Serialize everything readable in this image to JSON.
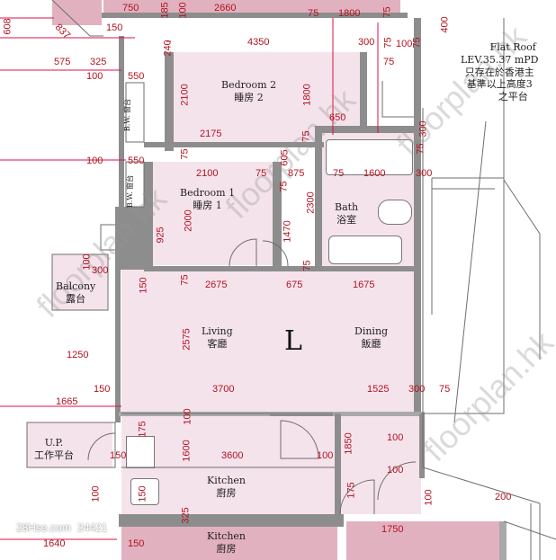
{
  "rooms": {
    "bedroom2": {
      "en": "Bedroom 2",
      "cn": "睡房 2"
    },
    "bedroom1": {
      "en": "Bedroom 1",
      "cn": "睡房 1"
    },
    "bath": {
      "en": "Bath",
      "cn": "浴室"
    },
    "living": {
      "en": "Living",
      "cn": "客廳"
    },
    "dining": {
      "en": "Dining",
      "cn": "飯廳"
    },
    "balcony": {
      "en": "Balcony",
      "cn": "露台"
    },
    "up": {
      "en": "U.P.",
      "cn": "工作平台"
    },
    "kitchen": {
      "en": "Kitchen",
      "cn": "廚房"
    },
    "kitchen2": {
      "en": "Kitchen",
      "cn": "廚房"
    },
    "bw": "B.W. 窗台",
    "bw2": "B.W. 窗台",
    "center": "L"
  },
  "flat_roof": {
    "line1": "Flat Roof",
    "line2": "LEV.35.37 mPD",
    "line3": "只存在於香港主",
    "line4": "基準以上高度3",
    "line5": "之平台"
  },
  "dims": {
    "d608": "608",
    "d837": "837",
    "d575": "575",
    "d325": "325",
    "d750": "750",
    "d185": "185",
    "d100a": "100",
    "d2660": "2660",
    "d75a": "75",
    "d1800": "1800",
    "d75b": "75",
    "d150a": "150",
    "d240": "240",
    "d4350": "4350",
    "d300a": "300",
    "d75c": "75",
    "d100b": "100",
    "d75d": "75",
    "d400": "400",
    "d75e": "75",
    "d100c": "100",
    "d550a": "550",
    "d2100a": "2100",
    "d1800b": "1800",
    "d650": "650",
    "d2175": "2175",
    "d75f": "75",
    "d300b": "300",
    "d75g": "75",
    "d100d": "100",
    "d550b": "550",
    "d2100b": "2100",
    "d75h": "75",
    "d605": "605",
    "d875": "875",
    "d75i": "75",
    "d1600a": "1600",
    "d300c": "300",
    "d75j": "75",
    "d2300": "2300",
    "d925": "925",
    "d2000": "2000",
    "d1470": "1470",
    "d100e": "100",
    "d300d": "300",
    "d75k": "75",
    "d150b": "150",
    "d2675": "2675",
    "d675": "675",
    "d1675": "1675",
    "d2575": "2575",
    "d1250": "1250",
    "d150c": "150",
    "d3700": "3700",
    "d1525": "1525",
    "d300e": "300",
    "d75l": "75",
    "d1665": "1665",
    "d100f": "100",
    "d175a": "175",
    "d1850": "1850",
    "d100g": "100",
    "d150d": "150",
    "d1600b": "1600",
    "d3600": "3600",
    "d100h": "100",
    "d100i": "100",
    "d150e": "150",
    "d175b": "175",
    "d100j": "100",
    "d325b": "325",
    "d200": "200",
    "d1640": "1640",
    "d150f": "150",
    "d1750": "1750",
    "d100k": "100"
  },
  "watermarks": [
    "floorplan.hk",
    "floorplan.hk",
    "floorplan.hk",
    "floorplan.hk"
  ],
  "brand": {
    "site": "28Hse.com",
    "code": "24421"
  },
  "colors": {
    "room": "#f5e3ec",
    "room_dark": "#e2b1c0",
    "wall": "#8d8d8d",
    "dim": "#b3121f"
  }
}
